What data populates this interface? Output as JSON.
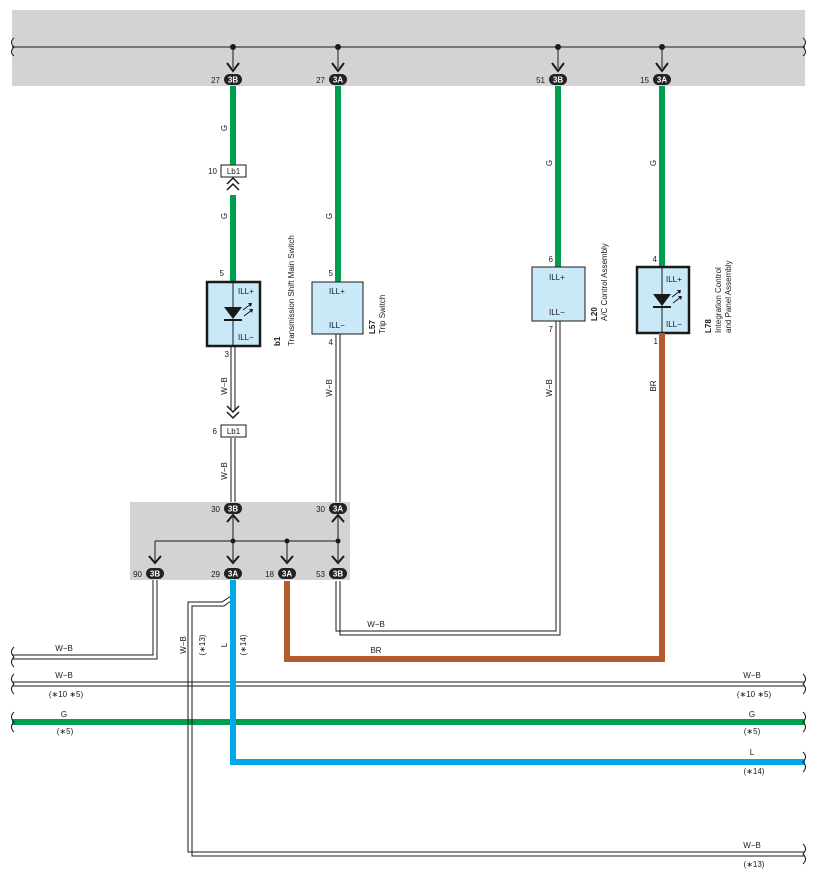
{
  "colors": {
    "green": "#009f4d",
    "blue": "#00a9e6",
    "brown": "#b55a30",
    "panel_gray": "#d3d3d3",
    "component_fill": "#c9e8f8",
    "black": "#1a1a1a"
  },
  "top_connectors": [
    {
      "pin": "27",
      "connector": "3B"
    },
    {
      "pin": "27",
      "connector": "3A"
    },
    {
      "pin": "51",
      "connector": "3B"
    },
    {
      "pin": "15",
      "connector": "3A"
    }
  ],
  "junction": {
    "connector": "Lb1",
    "pin_top": "10",
    "pin_bottom": "6"
  },
  "components": [
    {
      "id": "b1",
      "name": "Transmission Shift Main Switch",
      "pin_top": "5",
      "pin_bottom": "3",
      "pos_label": "ILL+",
      "neg_label": "ILL−",
      "icon": "led-icon"
    },
    {
      "id": "L57",
      "name": "Trip Switch",
      "pin_top": "5",
      "pin_bottom": "4",
      "pos_label": "ILL+",
      "neg_label": "ILL−"
    },
    {
      "id": "L20",
      "name": "A/C Control Assembly",
      "pin_top": "6",
      "pin_bottom": "7",
      "pos_label": "ILL+",
      "neg_label": "ILL−"
    },
    {
      "id": "L78",
      "name_line1": "Integration Control",
      "name_line2": "and Panel Assembly",
      "pin_top": "4",
      "pin_bottom": "1",
      "pos_label": "ILL+",
      "neg_label": "ILL−",
      "icon": "led-icon"
    }
  ],
  "wire_labels": {
    "g": "G",
    "wb": "W−B",
    "br": "BR",
    "l": "L"
  },
  "bottom_panel": {
    "top_connectors": [
      {
        "pin": "30",
        "connector": "3B"
      },
      {
        "pin": "30",
        "connector": "3A"
      }
    ],
    "bottom_connectors": [
      {
        "pin": "90",
        "connector": "3B"
      },
      {
        "pin": "29",
        "connector": "3A"
      },
      {
        "pin": "18",
        "connector": "3A"
      },
      {
        "pin": "53",
        "connector": "3B"
      }
    ]
  },
  "notes": {
    "n10_5": "(∗10 ∗5)",
    "n5": "(∗5)",
    "n13": "(∗13)",
    "n14": "(∗14)"
  }
}
